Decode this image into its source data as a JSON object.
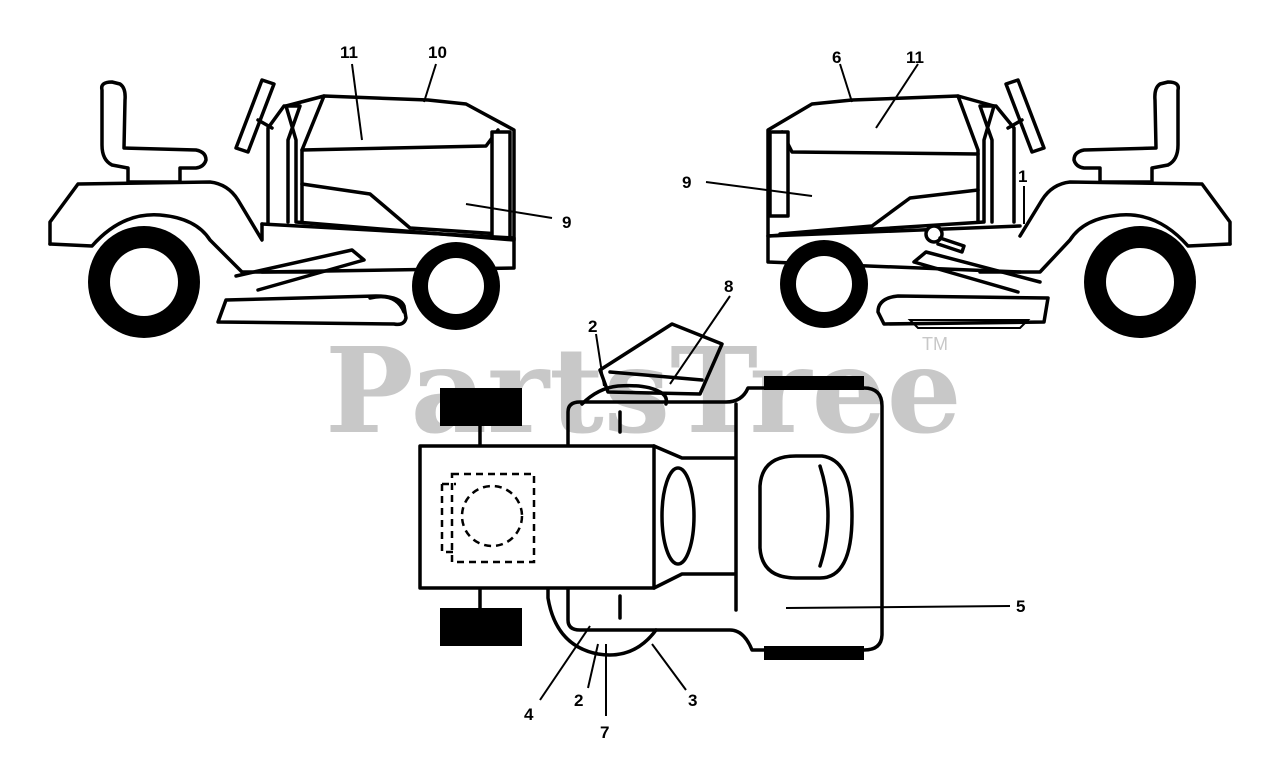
{
  "watermark": {
    "text": "PartsTree",
    "trademark": "TM"
  },
  "callouts": {
    "n1": "1",
    "n2a": "2",
    "n2b": "2",
    "n3": "3",
    "n4": "4",
    "n5": "5",
    "n6": "6",
    "n7": "7",
    "n8": "8",
    "n9a": "9",
    "n9b": "9",
    "n10": "10",
    "n11a": "11",
    "n11b": "11"
  }
}
